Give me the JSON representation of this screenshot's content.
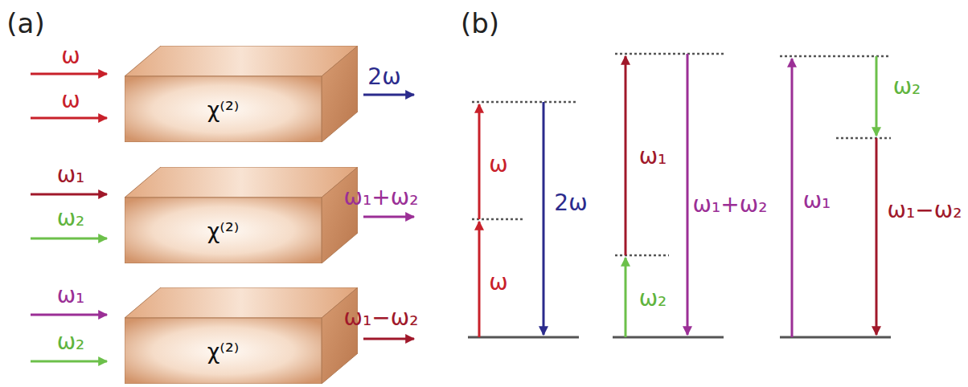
{
  "diagram": {
    "nodes": [
      {
        "text": [
          "χ⁽²⁾"
        ]
      },
      {
        "text": [
          "χ⁽²⁾"
        ]
      },
      {
        "text": [
          "χ⁽²⁾"
        ]
      }
    ],
    "labels": [
      "(a)",
      "ω",
      "ω",
      "2ω",
      "ω₁",
      "ω₂",
      "ω₁+ω₂",
      "ω₁",
      "ω₂",
      "ω₁−ω₂",
      "(b)",
      "ω",
      "ω",
      "2ω",
      "ω₁",
      "ω₂",
      "ω₁+ω₂",
      "ω₁",
      "ω₂",
      "ω₁−ω₂"
    ]
  }
}
